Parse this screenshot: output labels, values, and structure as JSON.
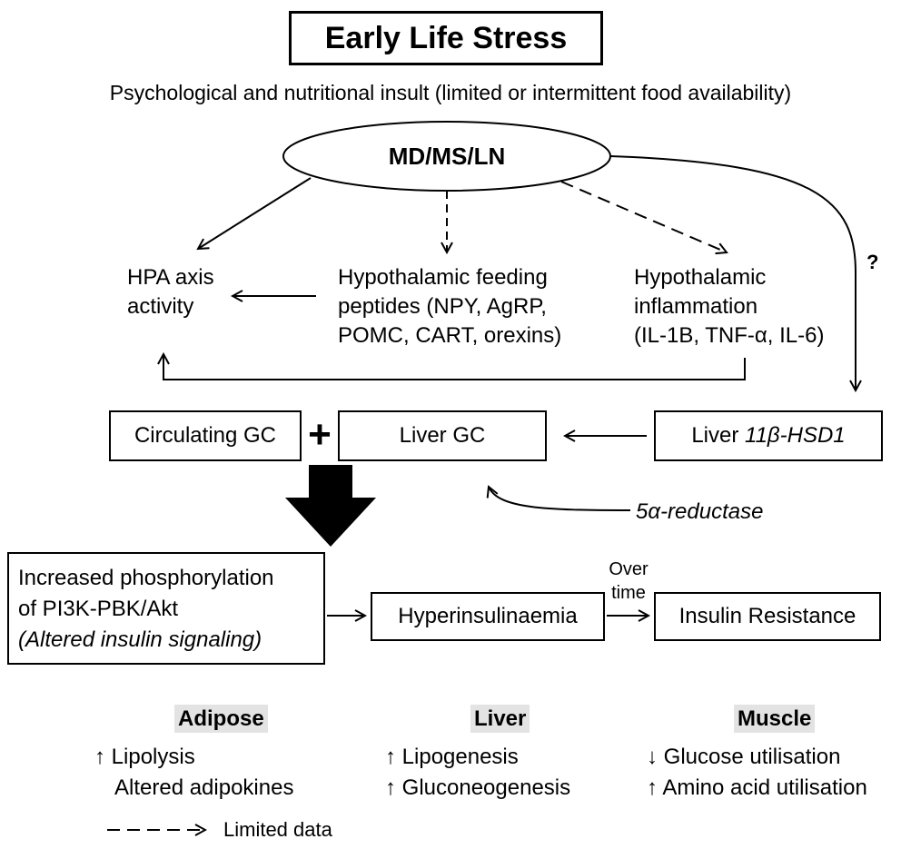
{
  "title": "Early Life Stress",
  "subtitle": "Psychological and nutritional insult (limited or intermittent food availability)",
  "ellipse_label": "MD/MS/LN",
  "question_mark": "?",
  "hpa": {
    "line1": "HPA axis",
    "line2": "activity"
  },
  "feeding": {
    "line1": "Hypothalamic feeding",
    "line2": "peptides (NPY, AgRP,",
    "line3": "POMC, CART, orexins)"
  },
  "inflammation": {
    "line1": "Hypothalamic",
    "line2": "inflammation",
    "line3": "(IL-1B, TNF-α, IL-6)"
  },
  "circulating_gc": "Circulating GC",
  "plus": "+",
  "liver_gc": "Liver GC",
  "liver_hsd": {
    "prefix": "Liver ",
    "italic": "11β-HSD1"
  },
  "reductase": "5α-reductase",
  "phospho": {
    "line1": "Increased phosphorylation",
    "line2": "of PI3K-PBK/Akt",
    "line3": "(Altered insulin signaling)"
  },
  "hyperinsulinaemia": "Hyperinsulinaemia",
  "over_time": {
    "line1": "Over",
    "line2": "time"
  },
  "insulin_resistance": "Insulin Resistance",
  "tissues": {
    "adipose": {
      "header": "Adipose",
      "item1": "↑ Lipolysis",
      "item2": "Altered adipokines"
    },
    "liver": {
      "header": "Liver",
      "item1": "↑ Lipogenesis",
      "item2": "↑ Gluconeogenesis"
    },
    "muscle": {
      "header": "Muscle",
      "item1": "↓ Glucose utilisation",
      "item2": "↑ Amino acid utilisation"
    }
  },
  "legend": {
    "label": "Limited data"
  }
}
